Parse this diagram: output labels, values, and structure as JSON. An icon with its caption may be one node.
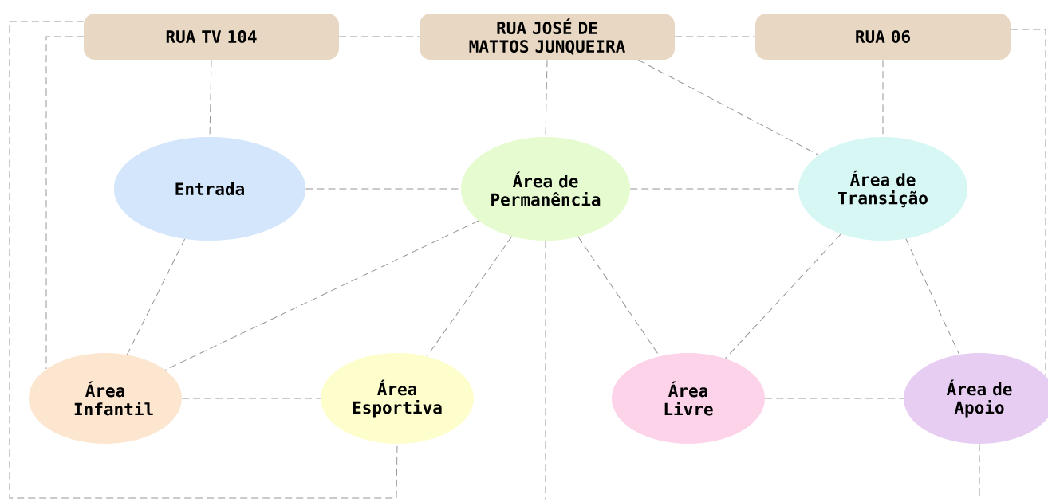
{
  "diagram": {
    "nodes": [
      {
        "text": [
          "RUA TV 104"
        ]
      },
      {
        "text": [
          "RUA JOSÉ DE MATTOS JUNQUEIRA"
        ]
      },
      {
        "text": [
          "RUA 06"
        ]
      },
      {
        "text": [
          "Entrada"
        ]
      },
      {
        "text": [
          "Área de Permanência"
        ]
      },
      {
        "text": [
          "Área de Transição"
        ]
      },
      {
        "text": [
          "Área Infantil"
        ]
      },
      {
        "text": [
          "Área Esportiva"
        ]
      },
      {
        "text": [
          "Área Livre"
        ]
      },
      {
        "text": [
          "Área de Apoio"
        ]
      }
    ],
    "edges": [
      {
        "from": 0,
        "to": 1,
        "arrow": "none",
        "style": "dashed"
      },
      {
        "from": 1,
        "to": 2,
        "arrow": "none",
        "style": "dashed"
      },
      {
        "from": 2,
        "to": 9,
        "arrow": "none",
        "style": "dashed"
      },
      {
        "from": 0,
        "to": 7,
        "arrow": "none",
        "style": "dashed"
      },
      {
        "from": 0,
        "to": 6,
        "arrow": "none",
        "style": "dashed"
      },
      {
        "from": 0,
        "to": 3,
        "arrow": "none",
        "style": "dashed"
      },
      {
        "from": 1,
        "to": 4,
        "arrow": "none",
        "style": "dashed"
      },
      {
        "from": 1,
        "to": 5,
        "arrow": "none",
        "style": "dashed"
      },
      {
        "from": 2,
        "to": 5,
        "arrow": "none",
        "style": "dashed"
      },
      {
        "from": 3,
        "to": 4,
        "arrow": "none",
        "style": "dashed"
      },
      {
        "from": 4,
        "to": 5,
        "arrow": "none",
        "style": "dashed"
      },
      {
        "from": 3,
        "to": 6,
        "arrow": "none",
        "style": "dashed"
      },
      {
        "from": 4,
        "to": 6,
        "arrow": "none",
        "style": "dashed"
      },
      {
        "from": 4,
        "to": 7,
        "arrow": "none",
        "style": "dashed"
      },
      {
        "from": 4,
        "to": 8,
        "arrow": "none",
        "style": "dashed"
      },
      {
        "from": 5,
        "to": 8,
        "arrow": "none",
        "style": "dashed"
      },
      {
        "from": 5,
        "to": 9,
        "arrow": "none",
        "style": "dashed"
      },
      {
        "from": 6,
        "to": 7,
        "arrow": "none",
        "style": "dashed"
      },
      {
        "from": 8,
        "to": 9,
        "arrow": "none",
        "style": "dashed"
      },
      {
        "from": 4,
        "to": null,
        "arrow": "none",
        "style": "dashed"
      },
      {
        "from": 9,
        "to": null,
        "arrow": "none",
        "style": "dashed"
      }
    ]
  }
}
